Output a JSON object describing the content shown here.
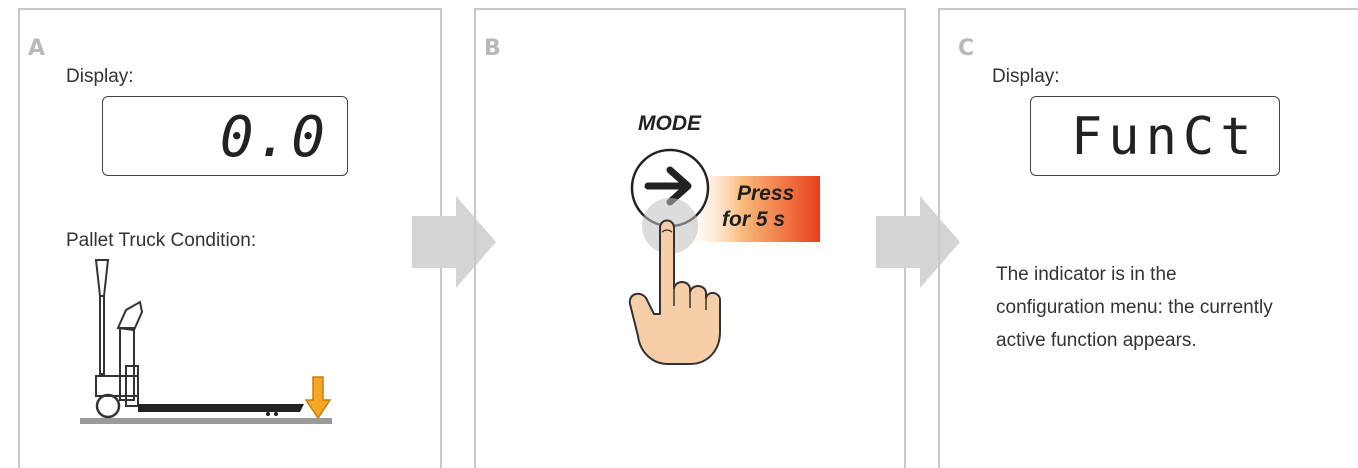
{
  "panels": {
    "a": {
      "letter": "A",
      "display_label": "Display:",
      "display_value": "0.0",
      "condition_label": "Pallet Truck Condition:"
    },
    "b": {
      "letter": "B",
      "button_label": "MODE",
      "press_line1": "Press",
      "press_line2": "for 5 s"
    },
    "c": {
      "letter": "C",
      "display_label": "Display:",
      "display_value": "FunCt",
      "description_lines": [
        "The indicator is in the",
        "configuration menu: the currently",
        "active function appears."
      ]
    }
  },
  "colors": {
    "panel_border": "#c8c8c8",
    "flow_arrow": "#d4d4d4",
    "down_arrow": "#f5a623",
    "press_gradient_end": "#e8401c",
    "skin": "#f6cfa8"
  },
  "icons": [
    "arrow-right-icon",
    "hand-pointer-icon",
    "pallet-truck-icon",
    "down-arrow-icon"
  ]
}
